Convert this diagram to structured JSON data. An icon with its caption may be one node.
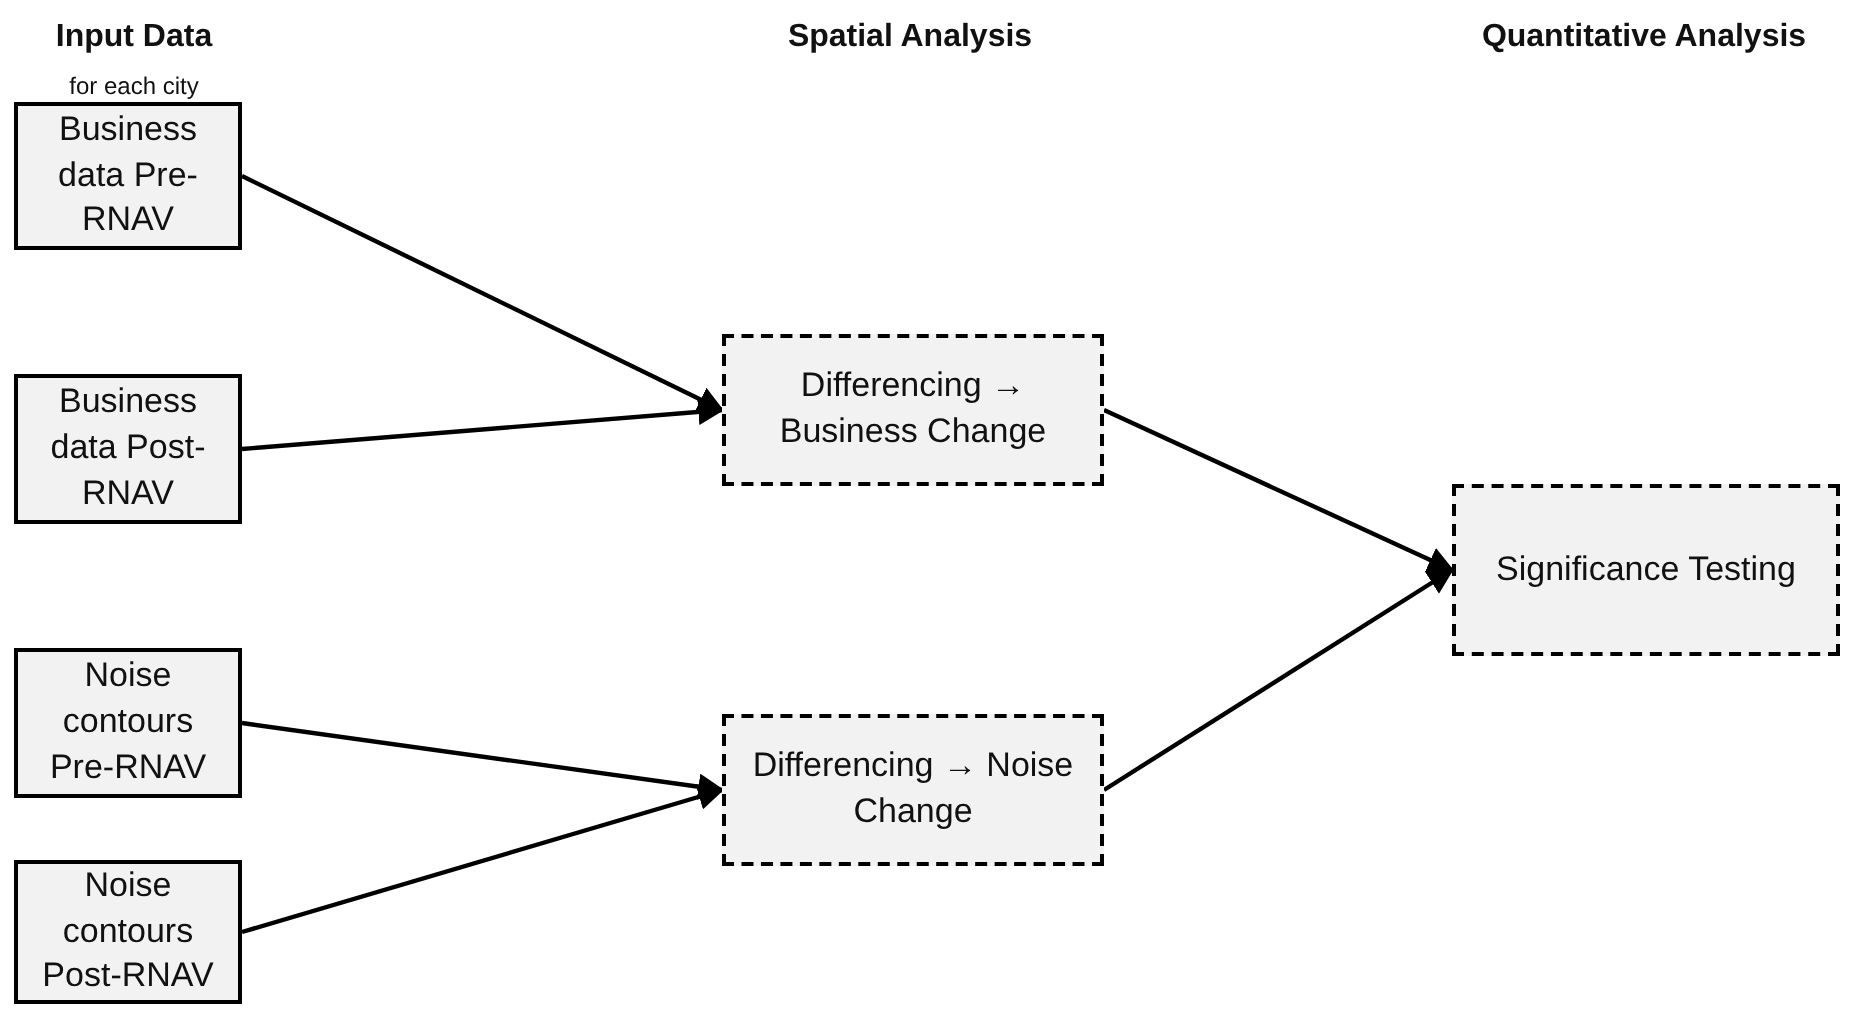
{
  "diagram": {
    "nodes": [
      {
        "text": [
          "Business data Pre-RNAV"
        ]
      },
      {
        "text": [
          "Business data Post-RNAV"
        ]
      },
      {
        "text": [
          "Noise contours Pre-RNAV"
        ]
      },
      {
        "text": [
          "Noise contours Post-RNAV"
        ]
      },
      {
        "text": [
          "Differencing → Business Change"
        ]
      },
      {
        "text": [
          "Differencing → Noise Change"
        ]
      },
      {
        "text": [
          "Significance Testing"
        ]
      }
    ],
    "edges": [
      {
        "from": 0,
        "to": 4,
        "arrow": "to"
      },
      {
        "from": 1,
        "to": 4,
        "arrow": "to"
      },
      {
        "from": 2,
        "to": 5,
        "arrow": "to"
      },
      {
        "from": 3,
        "to": 5,
        "arrow": "to"
      },
      {
        "from": 4,
        "to": 6,
        "arrow": "to"
      },
      {
        "from": 5,
        "to": 6,
        "arrow": "to"
      }
    ],
    "labels": [
      "Input Data",
      "for each city",
      "Spatial Analysis",
      "Quantitative Analysis"
    ]
  }
}
